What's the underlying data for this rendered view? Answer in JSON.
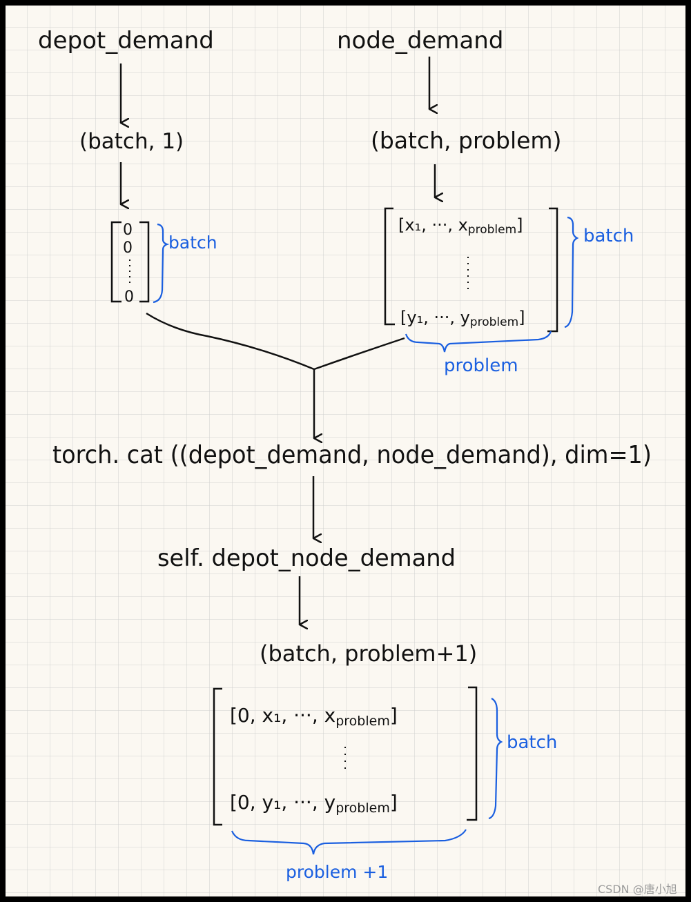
{
  "left": {
    "title": "depot_demand",
    "shape": "(batch, 1)",
    "vector": [
      "0",
      "0",
      "0"
    ],
    "brace_label": "batch"
  },
  "right": {
    "title": "node_demand",
    "shape": "(batch, problem)",
    "row_top": "[x₁, ···, x",
    "row_top_sub": "problem",
    "row_bottom": "[y₁, ···, y",
    "row_bottom_sub": "problem",
    "brace_right_label": "batch",
    "brace_bottom_label": "problem"
  },
  "cat_expression": "torch. cat ((depot_demand, node_demand), dim=1)",
  "result_name": "self. depot_node_demand",
  "result": {
    "shape": "(batch, problem+1)",
    "row_top": "[0, x₁, ···, x",
    "row_top_sub": "problem",
    "row_bottom": "[0, y₁, ···, y",
    "row_bottom_sub": "problem",
    "brace_right_label": "batch",
    "brace_bottom_label": "problem +1"
  },
  "watermark": "CSDN @唐小旭",
  "colors": {
    "ink": "#111111",
    "annotation": "#1a5fe0",
    "paper": "#fbf8f2",
    "grid": "#cfcfcf",
    "frame": "#000000"
  }
}
